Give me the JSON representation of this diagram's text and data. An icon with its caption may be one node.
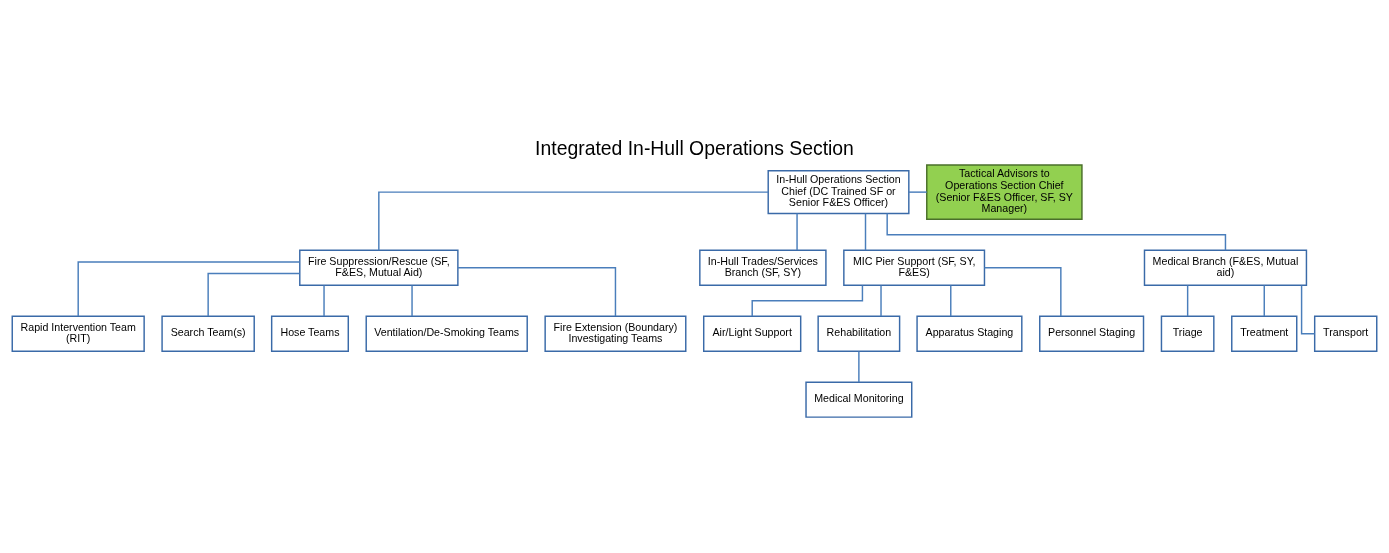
{
  "diagram": {
    "title": "Integrated In-Hull Operations Section",
    "nodes": [
      {
        "text": [
          "In-Hull Operations Section Chief (DC Trained SF or Senior F&ES Officer)"
        ]
      },
      {
        "text": [
          "Tactical Advisors to Operations Section Chief (Senior F&ES Officer, SF, SY Manager)"
        ]
      },
      {
        "text": [
          "Fire Suppression/Rescue (SF, F&ES, Mutual Aid)"
        ]
      },
      {
        "text": [
          "In-Hull Trades/Services Branch (SF, SY)"
        ]
      },
      {
        "text": [
          "MIC Pier Support (SF, SY, F&ES)"
        ]
      },
      {
        "text": [
          "Medical Branch (F&ES, Mutual aid)"
        ]
      },
      {
        "text": [
          "Rapid Intervention Team (RIT)"
        ]
      },
      {
        "text": [
          "Search Team(s)"
        ]
      },
      {
        "text": [
          "Hose Teams"
        ]
      },
      {
        "text": [
          "Ventilation/De-Smoking Teams"
        ]
      },
      {
        "text": [
          "Fire Extension (Boundary) Investigating Teams"
        ]
      },
      {
        "text": [
          "Air/Light Support"
        ]
      },
      {
        "text": [
          "Rehabilitation"
        ]
      },
      {
        "text": [
          "Medical Monitoring"
        ]
      },
      {
        "text": [
          "Apparatus Staging"
        ]
      },
      {
        "text": [
          "Personnel Staging"
        ]
      },
      {
        "text": [
          "Triage"
        ]
      },
      {
        "text": [
          "Treatment"
        ]
      },
      {
        "text": [
          "Transport"
        ]
      }
    ],
    "edges": [
      {
        "from": 0,
        "to": 1,
        "arrow": "none"
      },
      {
        "from": 0,
        "to": 2,
        "arrow": "none"
      },
      {
        "from": 0,
        "to": 3,
        "arrow": "none"
      },
      {
        "from": 0,
        "to": 4,
        "arrow": "none"
      },
      {
        "from": 0,
        "to": 5,
        "arrow": "none"
      },
      {
        "from": 2,
        "to": 6,
        "arrow": "none"
      },
      {
        "from": 2,
        "to": 7,
        "arrow": "none"
      },
      {
        "from": 2,
        "to": 8,
        "arrow": "none"
      },
      {
        "from": 2,
        "to": 9,
        "arrow": "none"
      },
      {
        "from": 2,
        "to": 10,
        "arrow": "none"
      },
      {
        "from": 4,
        "to": 11,
        "arrow": "none"
      },
      {
        "from": 4,
        "to": 12,
        "arrow": "none"
      },
      {
        "from": 12,
        "to": 13,
        "arrow": "none"
      },
      {
        "from": 4,
        "to": 14,
        "arrow": "none"
      },
      {
        "from": 4,
        "to": 15,
        "arrow": "none"
      },
      {
        "from": 5,
        "to": 16,
        "arrow": "none"
      },
      {
        "from": 5,
        "to": 17,
        "arrow": "none"
      },
      {
        "from": 5,
        "to": 18,
        "arrow": "none"
      }
    ]
  }
}
